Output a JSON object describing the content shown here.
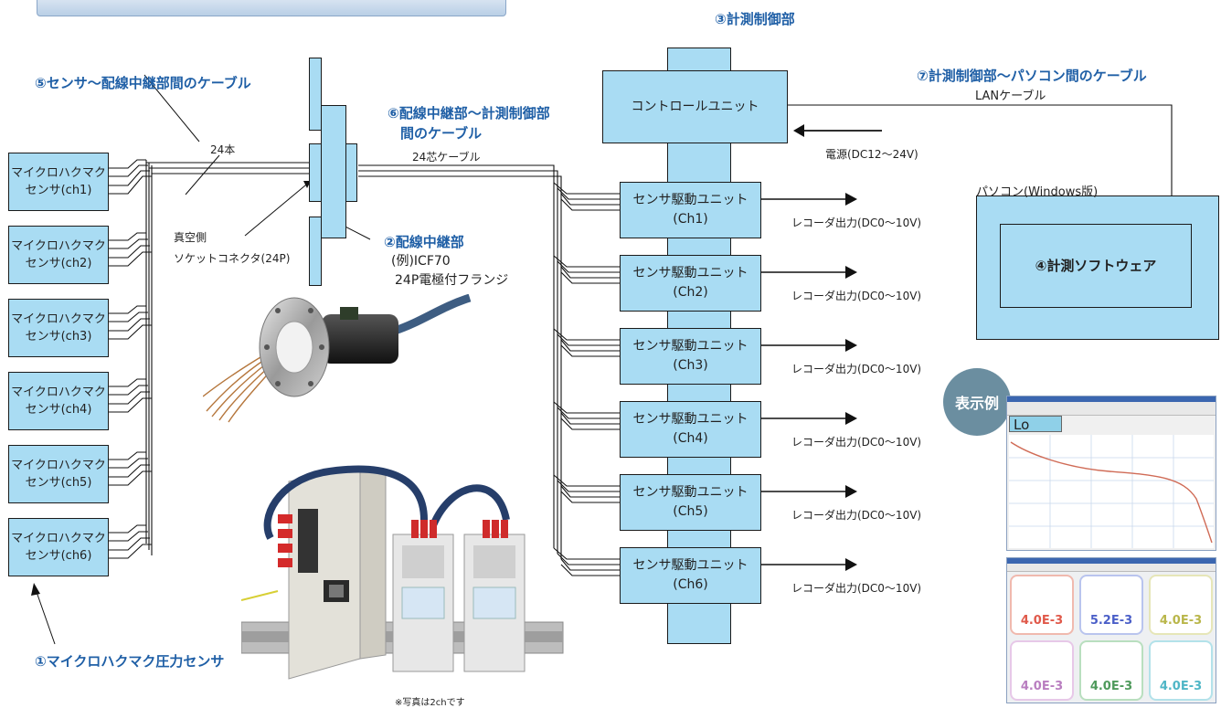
{
  "labels": {
    "section1": "①マイクロハクマク圧力センサ",
    "section2": "②配線中継部",
    "section2_sub1": "(例)ICF70",
    "section2_sub2": "24P電極付フランジ",
    "section3": "③計測制御部",
    "section4": "④計測ソフトウェア",
    "section5": "⑤センサ〜配線中継部間のケーブル",
    "section6_line1": "⑥配線中継部〜計測制御部",
    "section6_line2": "間のケーブル",
    "section7": "⑦計測制御部〜パソコン間のケーブル"
  },
  "sensors": [
    {
      "line1": "マイクロハクマク",
      "line2": "センサ(ch1)"
    },
    {
      "line1": "マイクロハクマク",
      "line2": "センサ(ch2)"
    },
    {
      "line1": "マイクロハクマク",
      "line2": "センサ(ch3)"
    },
    {
      "line1": "マイクロハクマク",
      "line2": "センサ(ch4)"
    },
    {
      "line1": "マイクロハクマク",
      "line2": "センサ(ch5)"
    },
    {
      "line1": "マイクロハクマク",
      "line2": "センサ(ch6)"
    }
  ],
  "drive_units": [
    {
      "line1": "センサ駆動ユニット",
      "line2": "(Ch1)",
      "output": "レコーダ出力(DC0〜10V)"
    },
    {
      "line1": "センサ駆動ユニット",
      "line2": "(Ch2)",
      "output": "レコーダ出力(DC0〜10V)"
    },
    {
      "line1": "センサ駆動ユニット",
      "line2": "(Ch3)",
      "output": "レコーダ出力(DC0〜10V)"
    },
    {
      "line1": "センサ駆動ユニット",
      "line2": "(Ch4)",
      "output": "レコーダ出力(DC0〜10V)"
    },
    {
      "line1": "センサ駆動ユニット",
      "line2": "(Ch5)",
      "output": "レコーダ出力(DC0〜10V)"
    },
    {
      "line1": "センサ駆動ユニット",
      "line2": "(Ch6)",
      "output": "レコーダ出力(DC0〜10V)"
    }
  ],
  "control_unit": "コントロールユニット",
  "power": "電源(DC12〜24V)",
  "lan_cable": "LANケーブル",
  "pc_label": "パソコン(Windows版)",
  "cable_24": "24本",
  "cable_24core": "24芯ケーブル",
  "vacuum_side": "真空側",
  "socket_connector": "ソケットコネクタ(24P)",
  "photo_note": "※写真は2chです",
  "display_example": "表示例",
  "screenshot1": {
    "lo_text": "Lo"
  },
  "screenshot2": {
    "values": [
      "4.0E-3",
      "5.2E-3",
      "4.0E-3",
      "4.0E-3",
      "4.0E-3",
      "4.0E-3"
    ]
  },
  "colors": {
    "box_fill": "#a9dcf3",
    "label_blue": "#1f5fa6",
    "badge": "#6b8ea0"
  }
}
